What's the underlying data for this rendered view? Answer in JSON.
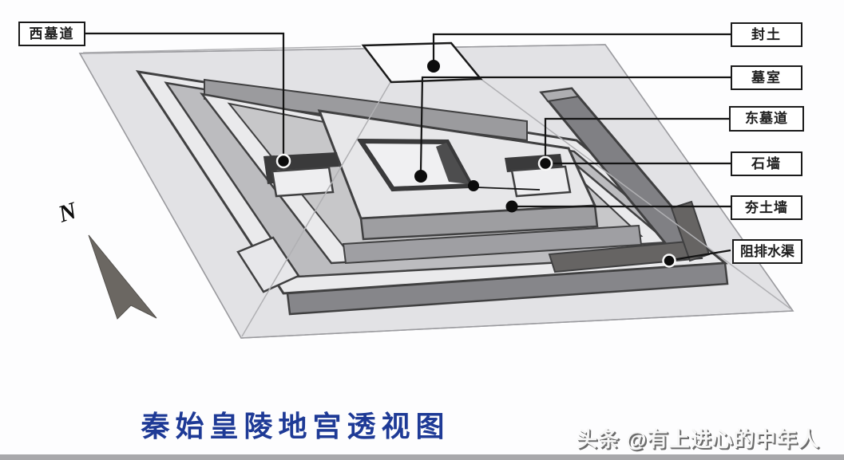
{
  "figure": {
    "title": "秦始皇陵地宫透视图",
    "subject": "perspective-diagram-of-underground-palace-of-qin-shi-huang-mausoleum"
  },
  "compass": {
    "north_label": "N"
  },
  "labels": {
    "west_passage": "西墓道",
    "mound": "封土",
    "chamber": "墓室",
    "east_passage": "东墓道",
    "stone_wall": "石墙",
    "rammed_earth_wall": "夯土墙",
    "drainage_channel": "阻排水渠"
  },
  "watermark": {
    "text": "头条 @有上进心的中年人"
  },
  "colors": {
    "title_blue": "#1e3a96",
    "outline_black": "#141414",
    "mound_sheet_gray": "#e3e3e6",
    "terrace_gray": "#b2b2b5",
    "wall_top_gray": "#ededef",
    "front_face_gray": "#6e6e71",
    "dark_channel": "#44423f",
    "watermark_shadow": "#6a6a6a",
    "bottom_bar": "#a8a8ab"
  }
}
